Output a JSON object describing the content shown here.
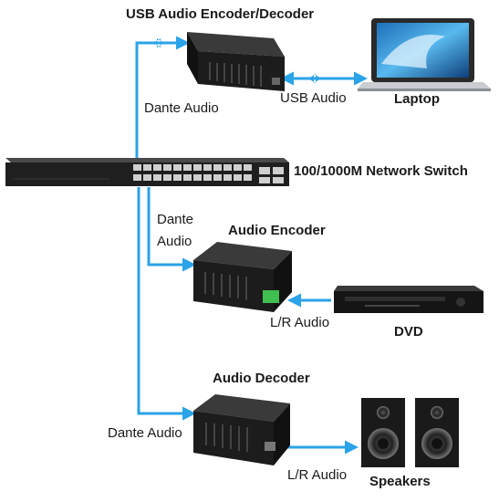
{
  "devices": {
    "usb_codec": {
      "title": "USB Audio Encoder/Decoder"
    },
    "laptop": {
      "title": "Laptop"
    },
    "network_switch": {
      "title": "100/1000M Network Switch"
    },
    "audio_encoder": {
      "title": "Audio Encoder"
    },
    "dvd": {
      "title": "DVD"
    },
    "audio_decoder": {
      "title": "Audio Decoder"
    },
    "speakers": {
      "title": "Speakers"
    }
  },
  "connections": {
    "switch_to_usb_codec": "Dante Audio",
    "usb_codec_to_laptop": "USB Audio",
    "switch_to_encoder_line1": "Dante",
    "switch_to_encoder_line2": "Audio",
    "dvd_to_encoder": "L/R Audio",
    "switch_to_decoder": "Dante Audio",
    "decoder_to_speakers": "L/R Audio"
  },
  "colors": {
    "cable": "#2aa3e8",
    "device_body": "#1c1c1c",
    "text": "#1a1a1a"
  }
}
